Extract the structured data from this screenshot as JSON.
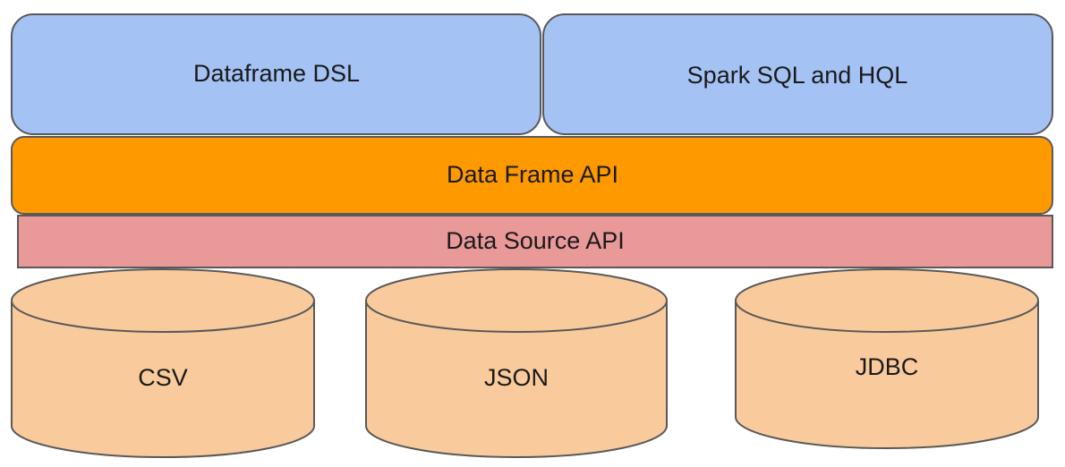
{
  "layers": {
    "top_left": {
      "label": "Dataframe DSL",
      "color": "#a4c2f4"
    },
    "top_right": {
      "label": "Spark SQL and HQL",
      "color": "#a4c2f4"
    },
    "dataframe_api": {
      "label": "Data Frame API",
      "color": "#ff9900"
    },
    "datasource_api": {
      "label": "Data Source API",
      "color": "#ea9999"
    }
  },
  "sources": [
    {
      "label": "CSV",
      "color": "#f9cb9c"
    },
    {
      "label": "JSON",
      "color": "#f9cb9c"
    },
    {
      "label": "JDBC",
      "color": "#f9cb9c"
    }
  ],
  "outline_color": "#595959"
}
